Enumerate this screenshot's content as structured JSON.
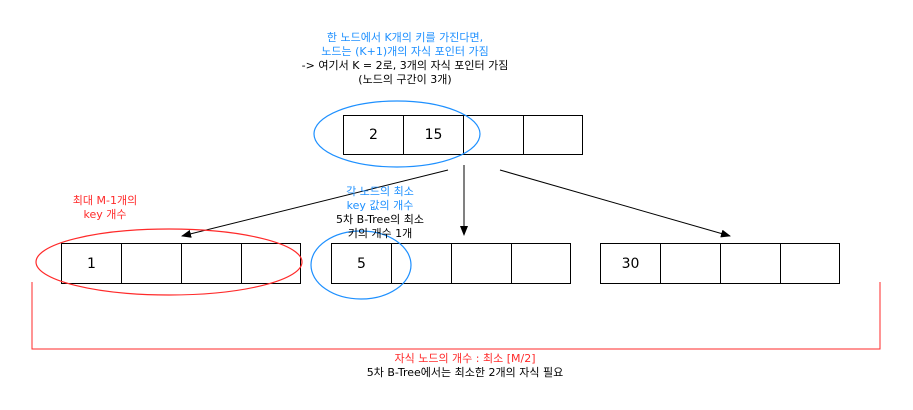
{
  "top_note": {
    "line1": "한 노드에서 K개의 키를 가진다면,",
    "line2": "노드는 (K+1)개의 자식 포인터 가짐",
    "line3": "-> 여기서 K = 2로, 3개의 자식 포인터 가짐",
    "line4": "(노드의 구간이 3개)"
  },
  "root_node": {
    "keys": [
      "2",
      "15",
      "",
      ""
    ]
  },
  "left_node": {
    "keys": [
      "1",
      "",
      "",
      ""
    ]
  },
  "middle_node": {
    "keys": [
      "5",
      "",
      "",
      ""
    ]
  },
  "right_node": {
    "keys": [
      "30",
      "",
      "",
      ""
    ]
  },
  "max_keys_note": {
    "line1": "최대 M-1개의",
    "line2": "key 개수"
  },
  "min_keys_note": {
    "line1": "각 노드의 최소",
    "line2": "key 값의 개수",
    "line3": "5차 B-Tree의 최소",
    "line4": "키의 개수 1개"
  },
  "children_note": {
    "line1": "자식 노드의 개수 : 최소 [M/2]",
    "line2": "5차 B-Tree에서는 최소한 2개의 자식 필요"
  },
  "colors": {
    "blue": "#1e90ff",
    "red": "#ff2a2a",
    "black": "#000000"
  }
}
